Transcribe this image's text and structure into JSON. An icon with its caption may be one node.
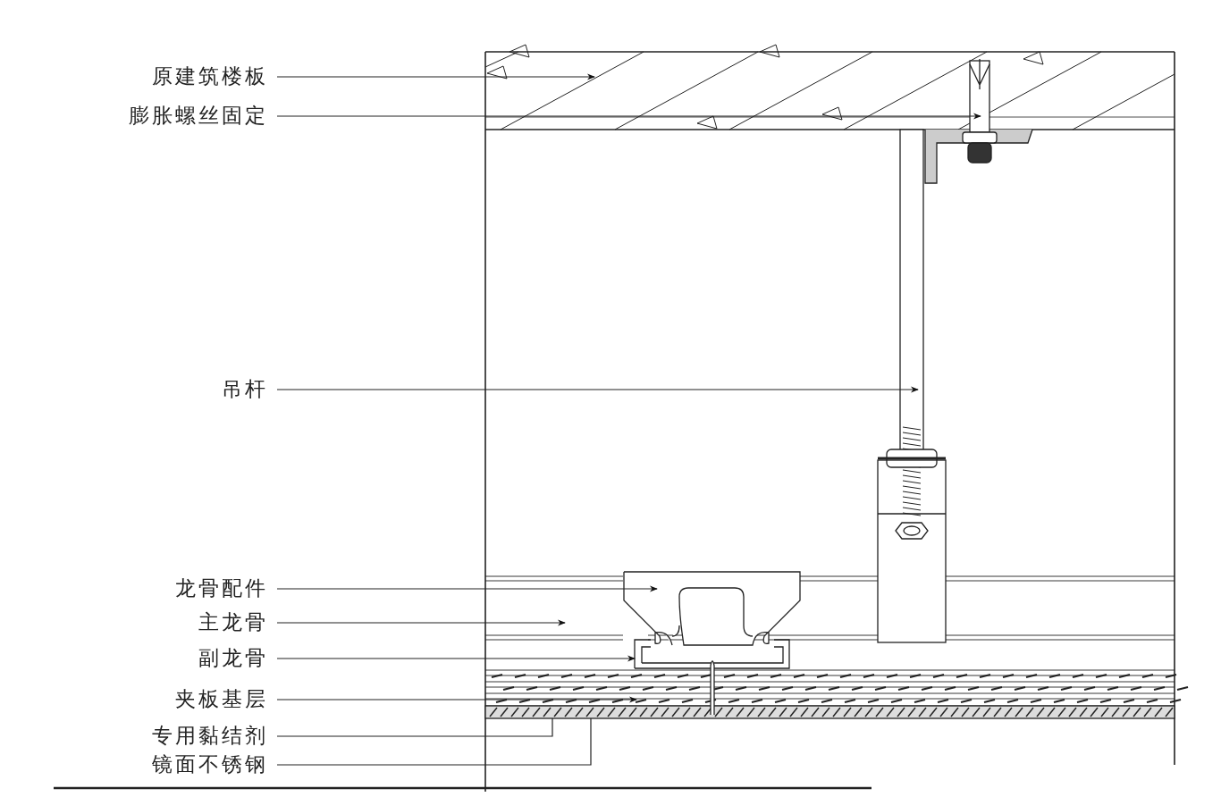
{
  "diagram": {
    "nodes": [
      {
        "text": [
          "原建筑楼板"
        ]
      },
      {
        "text": [
          "膨胀螺丝固定"
        ]
      },
      {
        "text": [
          "吊杆"
        ]
      },
      {
        "text": [
          "龙骨配件"
        ]
      },
      {
        "text": [
          "主龙骨"
        ]
      },
      {
        "text": [
          "副龙骨"
        ]
      },
      {
        "text": [
          "夹板基层"
        ]
      },
      {
        "text": [
          "专用黏结剂"
        ]
      },
      {
        "text": [
          "镜面不锈钢"
        ]
      }
    ],
    "edges": [
      {
        "from": 0,
        "to": null,
        "arrow": "to"
      },
      {
        "from": 1,
        "to": null,
        "arrow": "to"
      },
      {
        "from": 2,
        "to": null,
        "arrow": "to"
      },
      {
        "from": 3,
        "to": null,
        "arrow": "to"
      },
      {
        "from": 4,
        "to": null,
        "arrow": "to"
      },
      {
        "from": 5,
        "to": null,
        "arrow": "to"
      },
      {
        "from": 6,
        "to": null,
        "arrow": "to"
      },
      {
        "from": 7,
        "to": null,
        "arrow": "none"
      },
      {
        "from": 8,
        "to": null,
        "arrow": "none"
      }
    ]
  }
}
